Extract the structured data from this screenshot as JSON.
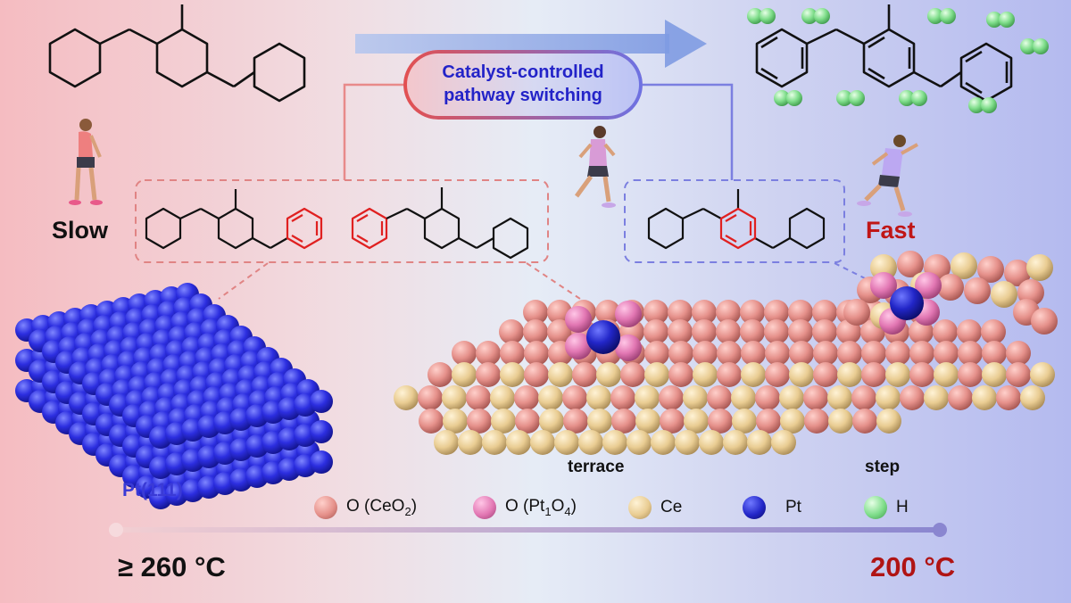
{
  "labels": {
    "slow": "Slow",
    "fast": "Fast",
    "pill_line1": "Catalyst-controlled",
    "pill_line2": "pathway switching",
    "pt_surface": "Pt(111)",
    "terrace": "terrace",
    "step": "step",
    "temp_left": "≥ 260 °C",
    "temp_right": "200 °C"
  },
  "legend": [
    {
      "label": "O (CeO",
      "sub": "2",
      "tail": ")",
      "color": "#e7918a"
    },
    {
      "label": "O (Pt",
      "sub": "1",
      "mid": "O",
      "sub2": "4",
      "tail": ")",
      "color": "#e47ab2"
    },
    {
      "label": "Ce",
      "sub": "",
      "tail": "",
      "color": "#ebcf96"
    },
    {
      "label": "Pt",
      "sub": "",
      "tail": "",
      "color": "#2a2ac0"
    },
    {
      "label": "H",
      "sub": "",
      "tail": "",
      "color": "#7edd8a"
    }
  ],
  "colors": {
    "bg_left": "#f7c5c8",
    "bg_mid": "#e6ecf6",
    "bg_right": "#b9bff0",
    "pt_atom": "#2323d8",
    "red_accent": "#e02020",
    "blue_accent": "#5560d8",
    "hydrogen": "#7edd8a"
  },
  "icons": [
    "tired-runner-icon",
    "running-man-icon",
    "sprinting-runner-icon",
    "process-arrow-icon"
  ]
}
